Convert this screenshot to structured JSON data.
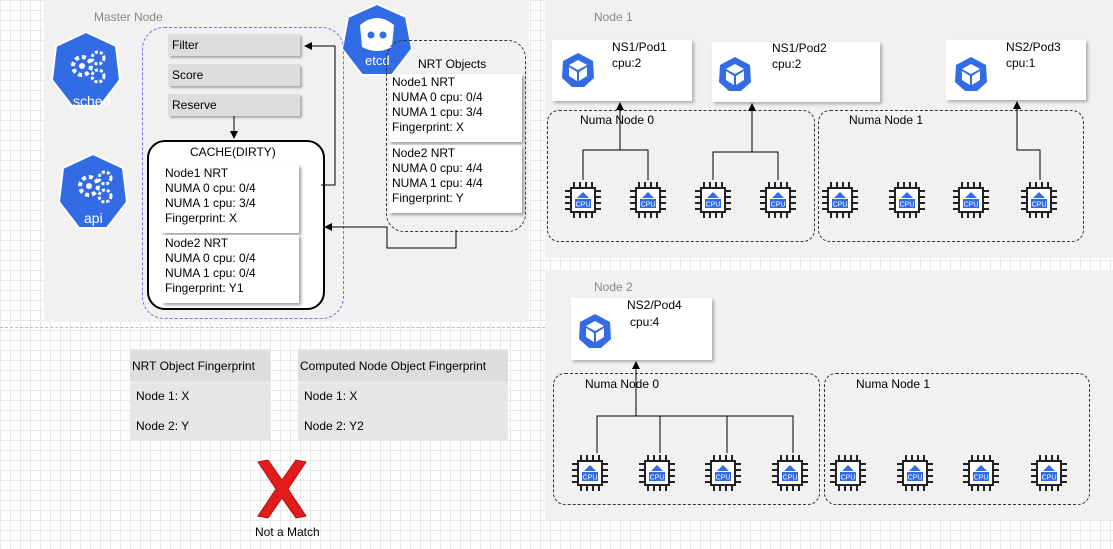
{
  "master": {
    "title": "Master Node",
    "sched_label": "sched",
    "api_label": "api",
    "etcd_label": "etcd",
    "buttons": [
      "Filter",
      "Score",
      "Reserve"
    ],
    "cache": {
      "title": "CACHE(DIRTY)",
      "nodes": [
        [
          "Node1 NRT",
          "NUMA 0 cpu: 0/4",
          "NUMA 1 cpu: 3/4",
          "Fingerprint: X"
        ],
        [
          "Node2 NRT",
          "NUMA 0 cpu: 0/4",
          "NUMA 1 cpu: 0/4",
          "Fingerprint: Y1"
        ]
      ]
    },
    "nrt": {
      "title": "NRT Objects",
      "nodes": [
        [
          "Node1 NRT",
          "NUMA 0 cpu: 0/4",
          "NUMA 1 cpu: 3/4",
          "Fingerprint: X"
        ],
        [
          "Node2 NRT",
          "NUMA 0 cpu: 4/4",
          "NUMA 1 cpu: 4/4",
          "Fingerprint: Y"
        ]
      ]
    }
  },
  "node1": {
    "title": "Node 1",
    "pods": [
      {
        "name": "NS1/Pod1",
        "cpu": "cpu:2"
      },
      {
        "name": "NS1/Pod2",
        "cpu": "cpu:2"
      },
      {
        "name": "NS2/Pod3",
        "cpu": "cpu:1"
      }
    ],
    "numa": [
      "Numa Node 0",
      "Numa Node 1"
    ]
  },
  "node2": {
    "title": "Node 2",
    "pods": [
      {
        "name": "NS2/Pod4",
        "cpu": "cpu:4"
      }
    ],
    "numa": [
      "Numa Node 0",
      "Numa Node 1"
    ]
  },
  "cpu_label": "CPU",
  "tables": {
    "nrt": {
      "header": "NRT Object Fingerprint",
      "rows": [
        "Node 1: X",
        "Node 2: Y"
      ]
    },
    "computed": {
      "header": "Computed Node Object Fingerprint",
      "rows": [
        "Node 1: X",
        "Node 2: Y2"
      ]
    }
  },
  "result": "Not a Match",
  "colors": {
    "k8s_blue": "#326ce5",
    "cross_red": "#e31b1b",
    "panel": "#f1f1f1",
    "cache_border": "#7b6ee8"
  }
}
